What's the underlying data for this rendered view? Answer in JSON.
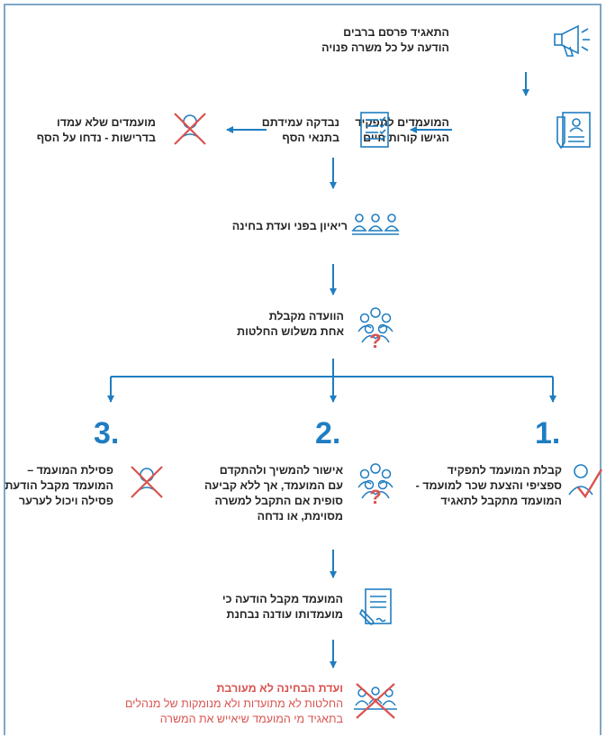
{
  "colors": {
    "accent": "#1f7dc1",
    "text": "#262626",
    "warning": "#d9534f"
  },
  "steps": {
    "publish": {
      "lines": [
        "התאגיד פרסם ברבים",
        "הודעה על כל משרה פנויה"
      ],
      "icon": "megaphone-icon"
    },
    "candidates": {
      "lines": [
        "המועמדים לתפקיד",
        "הגישו קורות חיים"
      ],
      "icon": "resume-icon"
    },
    "threshold_check": {
      "lines": [
        "נבדקה עמידתם",
        "בתנאי הסף"
      ],
      "icon": "checklist-icon"
    },
    "rejected_threshold": {
      "lines": [
        "מועמדים שלא עמדו",
        "בדרישות - נדחו על הסף"
      ],
      "icon": "rejected-person-icon"
    },
    "interview": {
      "lines": [
        "ריאיון בפני ועדת בחינה"
      ],
      "icon": "committee-icon"
    },
    "committee_decision": {
      "lines": [
        "הוועדה מקבלת",
        "אחת משלוש החלטות"
      ],
      "icon": "question-group-icon"
    },
    "notice": {
      "lines": [
        "המועמד מקבל הודעה כי",
        "מועמדותו עודנה נבחנת"
      ],
      "icon": "document-pen-icon"
    },
    "committee_inactive": {
      "title": "ועדת הבחינה לא מעורבת",
      "lines": [
        "החלטות לא מתועדות ולא מנומקות של מנהלים",
        "בתאגיד מי המועמד שיאייש את המשרה"
      ],
      "icon": "crossed-committee-icon"
    }
  },
  "outcomes": [
    {
      "number": "1.",
      "lines": [
        "קבלת המועמד לתפקיד",
        "ספציפי והצעת שכר למועמד -",
        "המועמד מתקבל לתאגיד"
      ],
      "icon": "accepted-person-icon"
    },
    {
      "number": "2.",
      "lines": [
        "אישור להמשיך ולהתקדם",
        "עם המועמד, אך ללא קביעה",
        "סופית אם התקבל למשרה",
        "מסוימת, או נדחה"
      ],
      "icon": "question-group-icon"
    },
    {
      "number": "3.",
      "lines": [
        "פסילת המועמד –",
        "המועמד מקבל הודעת",
        "פסילה ויכול לערער"
      ],
      "icon": "rejected-person-icon"
    }
  ]
}
